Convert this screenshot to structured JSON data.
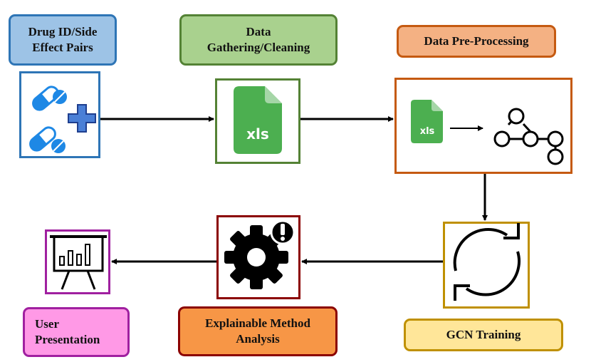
{
  "nodes": {
    "drug_pairs": {
      "line1": "Drug ID/Side",
      "line2": "Effect Pairs"
    },
    "gathering": {
      "line1": "Data",
      "line2": "Gathering/Cleaning"
    },
    "preprocessing": {
      "line1": "Data Pre-Processing"
    },
    "gcn": {
      "line1": "GCN Training"
    },
    "explainable": {
      "line1": "Explainable Method",
      "line2": "Analysis"
    },
    "user": {
      "line1": "User",
      "line2": "Presentation"
    }
  },
  "icons": {
    "pills": "pill-capsule-icon",
    "plus": "plus-icon",
    "xls": "xls-file-icon",
    "xls_text": "xls",
    "graph": "molecule-graph-icon",
    "refresh": "refresh-cycle-icon",
    "gear": "gear-alert-icon",
    "presentation": "presentation-board-icon"
  },
  "colors": {
    "blue_fill": "#9DC3E6",
    "blue_border": "#2E75B6",
    "green_fill": "#A9D18E",
    "green_border": "#548235",
    "salmon_fill": "#F4B183",
    "orange_border": "#C55A11",
    "yellow_fill": "#FFE699",
    "yellow_border": "#BF9000",
    "orange_fill": "#F79646",
    "maroon_border": "#8B0000",
    "pink_fill": "#FF99E6",
    "purple_border": "#A020A0",
    "xls_green": "#4CAF50",
    "pill_blue": "#1E88E5"
  }
}
